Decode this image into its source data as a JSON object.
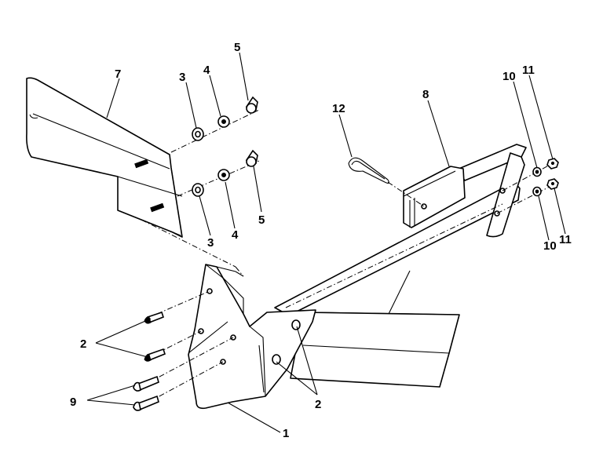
{
  "callouts": {
    "c1": "1",
    "c2_left": "2",
    "c2_right": "2",
    "c3_top": "3",
    "c3_bottom": "3",
    "c4_top": "4",
    "c4_bottom": "4",
    "c5_top": "5",
    "c5_bottom": "5",
    "c7": "7",
    "c8": "8",
    "c9": "9",
    "c10_top": "10",
    "c10_bottom": "10",
    "c11_top": "11",
    "c11_bottom": "11",
    "c12": "12"
  }
}
